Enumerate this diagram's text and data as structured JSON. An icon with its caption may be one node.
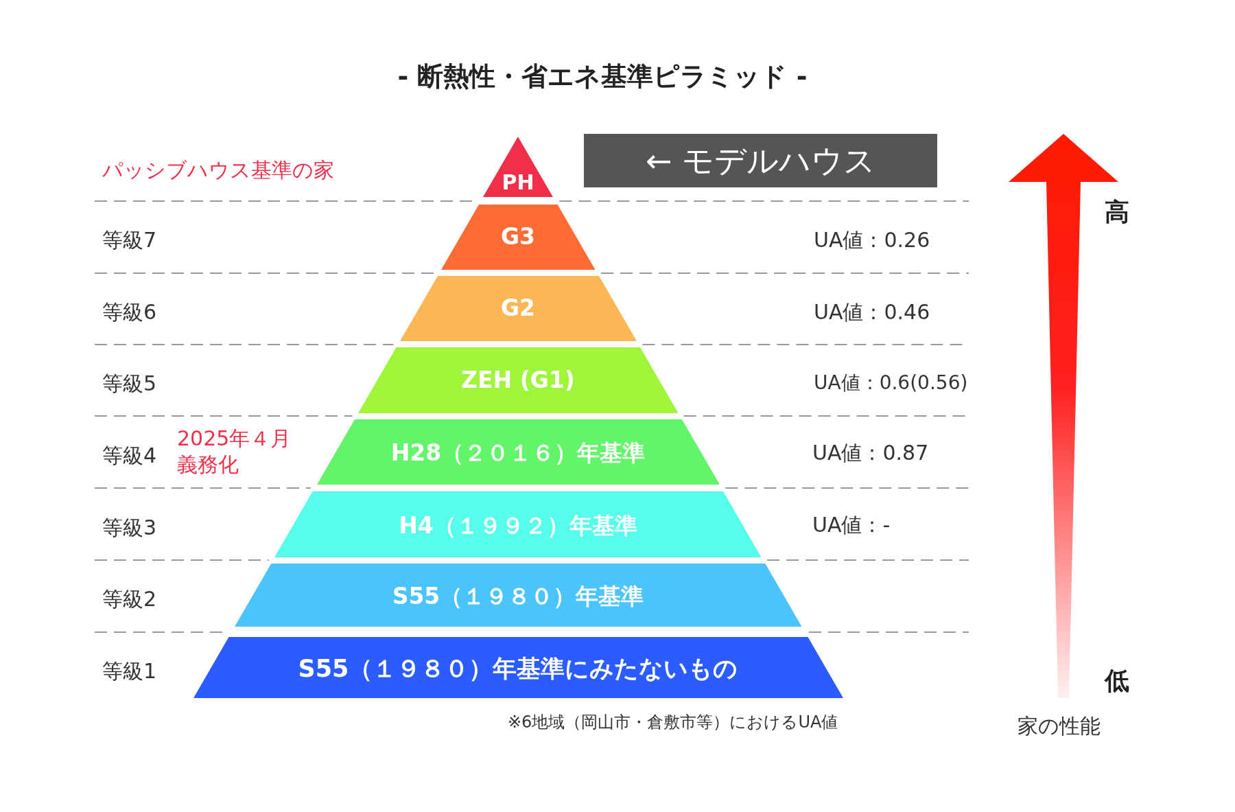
{
  "diagram": {
    "title": "- 断熱性・省エネ基準ピラミッド -",
    "nodes": [
      {
        "text": [
          "PH"
        ]
      },
      {
        "text": [
          "G3"
        ]
      },
      {
        "text": [
          "G2"
        ]
      },
      {
        "text": [
          "ZEH (G1)"
        ]
      },
      {
        "text": [
          "H28（２０１６）年基準"
        ]
      },
      {
        "text": [
          "H4（１９９２）年基準"
        ]
      },
      {
        "text": [
          "S55（１９８０）年基準"
        ]
      },
      {
        "text": [
          "S55（１９８０）年基準にみたないもの"
        ]
      },
      {
        "text": [
          "← モデルハウス"
        ]
      }
    ],
    "labels": [
      "パッシブハウス基準の家",
      "高",
      "等級7",
      "UA値：0.26",
      "等級6",
      "UA値：0.46",
      "等級5",
      "UA値：0.6(0.56)",
      "等級4",
      "2025年４月義務化",
      "UA値：0.87",
      "等級3",
      "UA値：-",
      "等級2",
      "等級1",
      "低",
      "※6地域（岡山市・倉敷市等）におけるUA値",
      "家の性能"
    ]
  }
}
